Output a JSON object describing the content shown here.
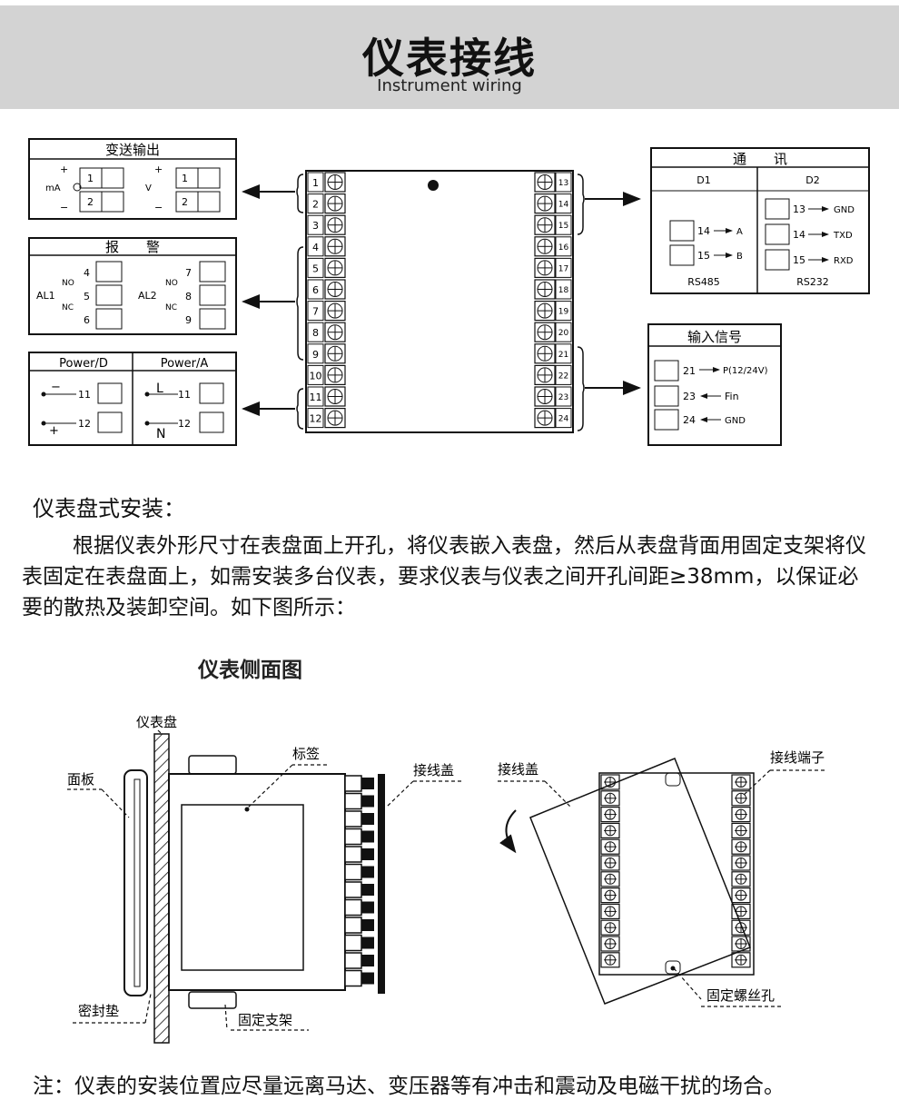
{
  "header": {
    "title": "仪表接线",
    "subtitle": "Instrument wiring"
  },
  "wiring": {
    "transmit": {
      "title": "变送输出",
      "left_unit": "mA",
      "right_unit": "V",
      "plus": "+",
      "minus": "−",
      "terminals": [
        "1",
        "2"
      ]
    },
    "alarm": {
      "title": "报　　警",
      "groups": [
        {
          "name": "AL1",
          "terminals": [
            "4",
            "5",
            "6"
          ]
        },
        {
          "name": "AL2",
          "terminals": [
            "7",
            "8",
            "9"
          ]
        }
      ],
      "no": "NO",
      "nc": "NC"
    },
    "power": {
      "left_title": "Power/D",
      "right_title": "Power/A",
      "terminals": [
        "11",
        "12"
      ],
      "left_signs": [
        "−",
        "+"
      ],
      "right_signs": [
        "L",
        "N"
      ]
    },
    "comm": {
      "title": "通　　讯",
      "d1": "D1",
      "d2": "D2",
      "d1_terms": [
        {
          "t": "14",
          "sig": "A"
        },
        {
          "t": "15",
          "sig": "B"
        }
      ],
      "d1_std": "RS485",
      "d2_terms": [
        {
          "t": "13",
          "sig": "GND"
        },
        {
          "t": "14",
          "sig": "TXD"
        },
        {
          "t": "15",
          "sig": "RXD"
        }
      ],
      "d2_std": "RS232"
    },
    "input": {
      "title": "输入信号",
      "terms": [
        {
          "t": "21",
          "sig": "P(12/24V)"
        },
        {
          "t": "23",
          "sig": "Fin"
        },
        {
          "t": "24",
          "sig": "GND"
        }
      ]
    },
    "left_terminals": [
      "1",
      "2",
      "3",
      "4",
      "5",
      "6",
      "7",
      "8",
      "9",
      "10",
      "11",
      "12"
    ],
    "right_terminals": [
      "13",
      "14",
      "15",
      "16",
      "17",
      "18",
      "19",
      "20",
      "21",
      "22",
      "23",
      "24"
    ]
  },
  "install": {
    "title": "仪表盘式安装：",
    "paragraph": "根据仪表外形尺寸在表盘面上开孔，将仪表嵌入表盘，然后从表盘背面用固定支架将仪表固定在表盘面上，如需安装多台仪表，要求仪表与仪表之间开孔间距≥38mm，以保证必要的散热及装卸空间。如下图所示："
  },
  "side_view": {
    "title": "仪表侧面图",
    "labels": {
      "panel_board": "仪表盘",
      "face_plate": "面板",
      "label": "标签",
      "terminal_cover": "接线盖",
      "seal": "密封垫",
      "bracket": "固定支架",
      "cover2": "接线盖",
      "terminals": "接线端子",
      "screw_hole": "固定螺丝孔"
    }
  },
  "note": "注：仪表的安装位置应尽量远离马达、变压器等有冲击和震动及电磁干扰的场合。"
}
